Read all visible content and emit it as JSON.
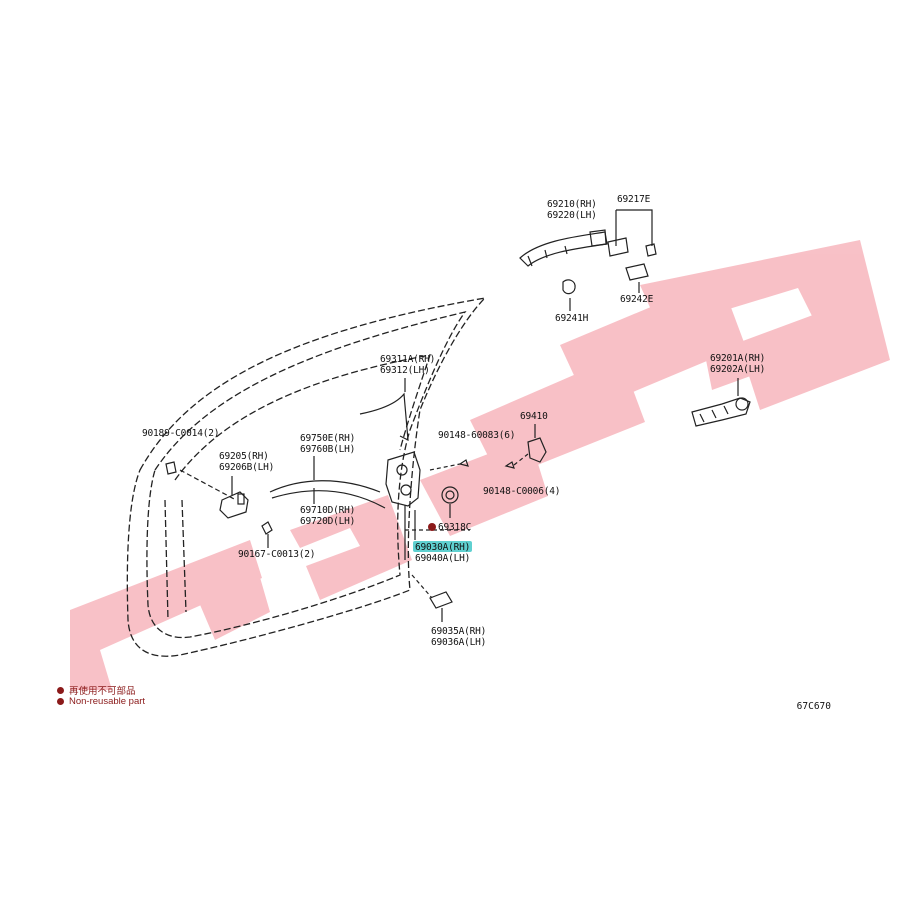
{
  "watermark": {
    "color": "#f7b6bd"
  },
  "labels": {
    "p69210": "69210(RH)",
    "p69220": "69220(LH)",
    "p69217E": "69217E",
    "p69242E": "69242E",
    "p69241H": "69241H",
    "p69311A": "69311A(RH)",
    "p69312": "69312(LH)",
    "p69201A": "69201A(RH)",
    "p69202A": "69202A(LH)",
    "p69410": "69410",
    "p90148_60083": "90148-60083(6)",
    "p90148_C0006": "90148-C0006(4)",
    "p90189": "90189-C0014(2)",
    "p69205": "69205(RH)",
    "p69206B": "69206B(LH)",
    "p69750E": "69750E(RH)",
    "p69760B": "69760B(LH)",
    "p69710D": "69710D(RH)",
    "p69720D": "69720D(LH)",
    "p90167": "90167-C0013(2)",
    "p69318C": "69318C",
    "p69030A": "69030A(RH)",
    "p69040A": "69040A(LH)",
    "p69035A": "69035A(RH)",
    "p69036A": "69036A(LH)"
  },
  "legend": {
    "jp": "再使用不可部品",
    "en": "Non-reusable part"
  },
  "diagram_id": "67C670",
  "highlight_color": "#5fd0d0"
}
